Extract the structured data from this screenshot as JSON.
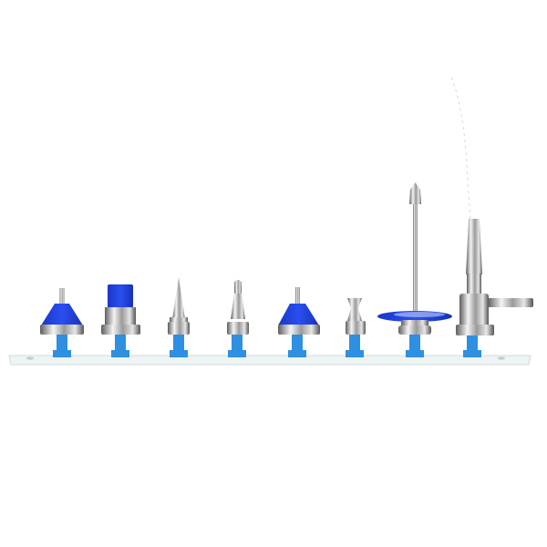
{
  "colors": {
    "background": "#ffffff",
    "nozzle_blue": "#1f3fd6",
    "peg_blue": "#2f8fe0",
    "rail": "#eef3f4",
    "metal_light": "#f2f2f2",
    "metal_dark": "#6b6b6b"
  },
  "nozzles": [
    {
      "type": "blue-cone-pin"
    },
    {
      "type": "blue-cap"
    },
    {
      "type": "long-cone"
    },
    {
      "type": "ball-tip-cone"
    },
    {
      "type": "blue-cone-pin"
    },
    {
      "type": "hourglass"
    },
    {
      "type": "rod-with-disc"
    },
    {
      "type": "side-inlet-body"
    }
  ]
}
